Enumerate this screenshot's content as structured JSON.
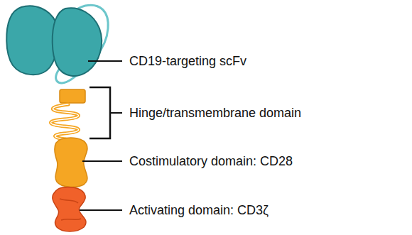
{
  "diagram": {
    "labels": [
      "CD19-targeting scFv",
      "Hinge/transmembrane domain",
      "Costimulatory domain: CD28",
      "Activating domain: CD3ζ"
    ]
  }
}
